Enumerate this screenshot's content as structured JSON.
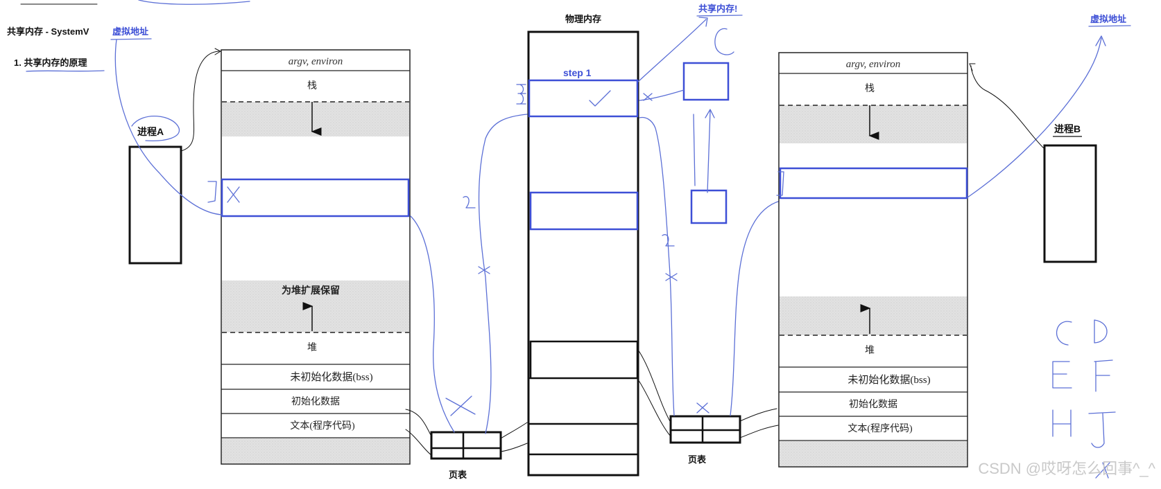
{
  "header": {
    "title": "共享内存 - SystemV",
    "subtitle": "1. 共享内存的原理",
    "virtual_address_left": "虚拟地址",
    "virtual_address_right": "虚拟地址",
    "shared_memory_note": "共享内存!",
    "physical_memory_title": "物理内存",
    "step_label": "step 1"
  },
  "processes": {
    "a_label": "进程A",
    "b_label": "进程B"
  },
  "address_space": {
    "top": "argv, environ",
    "stack": "栈",
    "heap_reserve": "为堆扩展保留",
    "heap": "堆",
    "bss": "未初始化数据(bss)",
    "data": "初始化数据",
    "text": "文本(程序代码)"
  },
  "page_table": {
    "left_label": "页表",
    "right_label": "页表"
  },
  "handwriting": {
    "side_letters": [
      "C",
      "D",
      "E",
      "F",
      "H",
      "J"
    ]
  },
  "watermark": "CSDN @哎呀怎么回事^_^",
  "colors": {
    "accent_blue": "#3d4fd6",
    "ink": "#111111",
    "gray_fill": "#e3e3e3",
    "handwriting_blue": "#5b6fd6"
  }
}
